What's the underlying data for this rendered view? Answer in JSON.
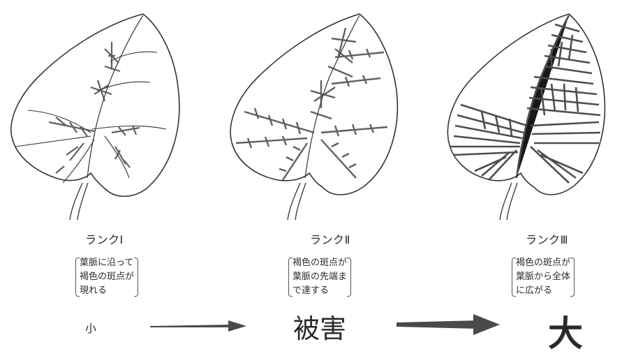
{
  "ranks": [
    {
      "title": "ランクⅠ",
      "description": [
        "葉脈に沿って",
        "褐色の斑点が",
        "現れる"
      ]
    },
    {
      "title": "ランクⅡ",
      "description": [
        "褐色の斑点が",
        "葉脈の先端ま",
        "で達する"
      ]
    },
    {
      "title": "ランクⅢ",
      "description": [
        "褐色の斑点が",
        "葉脈から全体",
        "に広がる"
      ]
    }
  ],
  "damage_scale": {
    "low": "小",
    "label": "被害",
    "high": "大"
  },
  "colors": {
    "ink": "#2a2a2a",
    "arrow": "#4a4a4a"
  }
}
